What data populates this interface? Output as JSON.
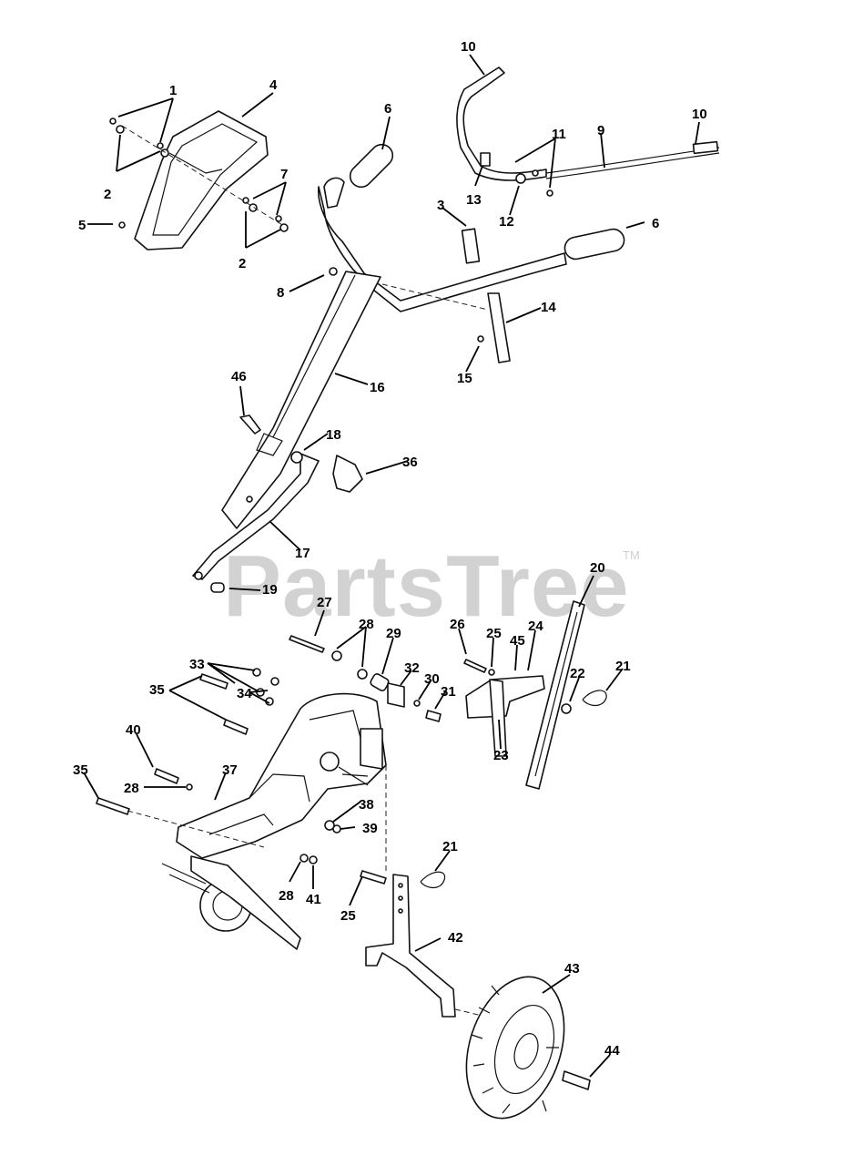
{
  "watermark": {
    "text": "PartsTree",
    "trademark": "TM"
  },
  "callouts": [
    {
      "id": "c1",
      "label": "1"
    },
    {
      "id": "c2a",
      "label": "2"
    },
    {
      "id": "c2b",
      "label": "2"
    },
    {
      "id": "c3",
      "label": "3"
    },
    {
      "id": "c4",
      "label": "4"
    },
    {
      "id": "c5",
      "label": "5"
    },
    {
      "id": "c6a",
      "label": "6"
    },
    {
      "id": "c6b",
      "label": "6"
    },
    {
      "id": "c7",
      "label": "7"
    },
    {
      "id": "c8",
      "label": "8"
    },
    {
      "id": "c9",
      "label": "9"
    },
    {
      "id": "c10a",
      "label": "10"
    },
    {
      "id": "c10b",
      "label": "10"
    },
    {
      "id": "c11",
      "label": "11"
    },
    {
      "id": "c12",
      "label": "12"
    },
    {
      "id": "c13",
      "label": "13"
    },
    {
      "id": "c14",
      "label": "14"
    },
    {
      "id": "c15",
      "label": "15"
    },
    {
      "id": "c16",
      "label": "16"
    },
    {
      "id": "c17",
      "label": "17"
    },
    {
      "id": "c18",
      "label": "18"
    },
    {
      "id": "c19",
      "label": "19"
    },
    {
      "id": "c20",
      "label": "20"
    },
    {
      "id": "c21a",
      "label": "21"
    },
    {
      "id": "c21b",
      "label": "21"
    },
    {
      "id": "c22",
      "label": "22"
    },
    {
      "id": "c23",
      "label": "23"
    },
    {
      "id": "c24",
      "label": "24"
    },
    {
      "id": "c25a",
      "label": "25"
    },
    {
      "id": "c25b",
      "label": "25"
    },
    {
      "id": "c26",
      "label": "26"
    },
    {
      "id": "c27",
      "label": "27"
    },
    {
      "id": "c28a",
      "label": "28"
    },
    {
      "id": "c28b",
      "label": "28"
    },
    {
      "id": "c28c",
      "label": "28"
    },
    {
      "id": "c29",
      "label": "29"
    },
    {
      "id": "c30",
      "label": "30"
    },
    {
      "id": "c31",
      "label": "31"
    },
    {
      "id": "c32",
      "label": "32"
    },
    {
      "id": "c33",
      "label": "33"
    },
    {
      "id": "c34",
      "label": "34"
    },
    {
      "id": "c35a",
      "label": "35"
    },
    {
      "id": "c35b",
      "label": "35"
    },
    {
      "id": "c36",
      "label": "36"
    },
    {
      "id": "c37",
      "label": "37"
    },
    {
      "id": "c38",
      "label": "38"
    },
    {
      "id": "c39",
      "label": "39"
    },
    {
      "id": "c40",
      "label": "40"
    },
    {
      "id": "c41",
      "label": "41"
    },
    {
      "id": "c42",
      "label": "42"
    },
    {
      "id": "c43",
      "label": "43"
    },
    {
      "id": "c44",
      "label": "44"
    },
    {
      "id": "c45",
      "label": "45"
    },
    {
      "id": "c46",
      "label": "46"
    }
  ]
}
